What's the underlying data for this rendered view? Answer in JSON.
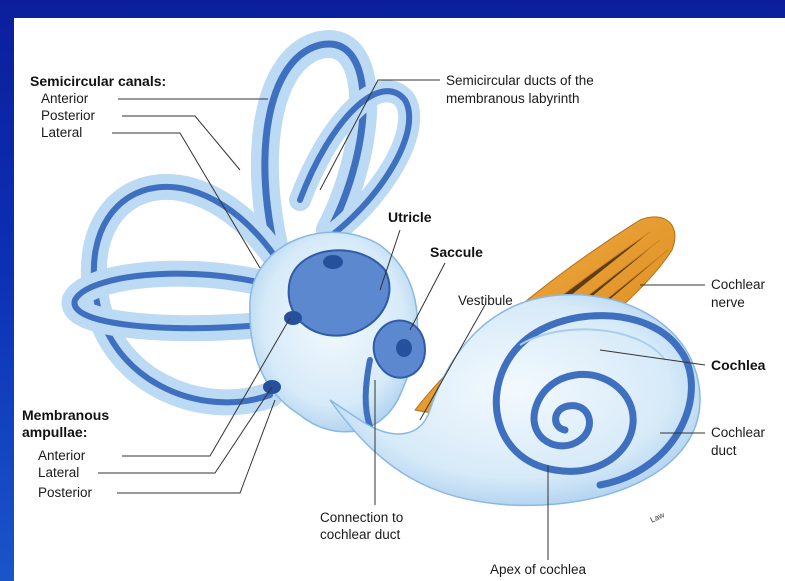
{
  "diagram": {
    "labels": {
      "semicircular_canals_heading": "Semicircular canals:",
      "canal_anterior": "Anterior",
      "canal_posterior": "Posterior",
      "canal_lateral": "Lateral",
      "semicircular_ducts_line1": "Semicircular ducts of the",
      "semicircular_ducts_line2": "membranous labyrinth",
      "utricle": "Utricle",
      "saccule": "Saccule",
      "vestibule": "Vestibule",
      "cochlear_nerve_line1": "Cochlear",
      "cochlear_nerve_line2": "nerve",
      "cochlea": "Cochlea",
      "cochlear_duct_line1": "Cochlear",
      "cochlear_duct_line2": "duct",
      "membranous_ampullae_line1": "Membranous",
      "membranous_ampullae_line2": "ampullae:",
      "ampulla_anterior": "Anterior",
      "ampulla_lateral": "Lateral",
      "ampulla_posterior": "Posterior",
      "connection_line1": "Connection to",
      "connection_line2": "cochlear duct",
      "apex": "Apex of cochlea",
      "artist_signature": "Law"
    },
    "colors": {
      "background": "#0c2fb4",
      "bony_labyrinth": "#d9ecf9",
      "membranous_duct": "#3f6fbf",
      "nerve": "#e89a2c"
    }
  }
}
